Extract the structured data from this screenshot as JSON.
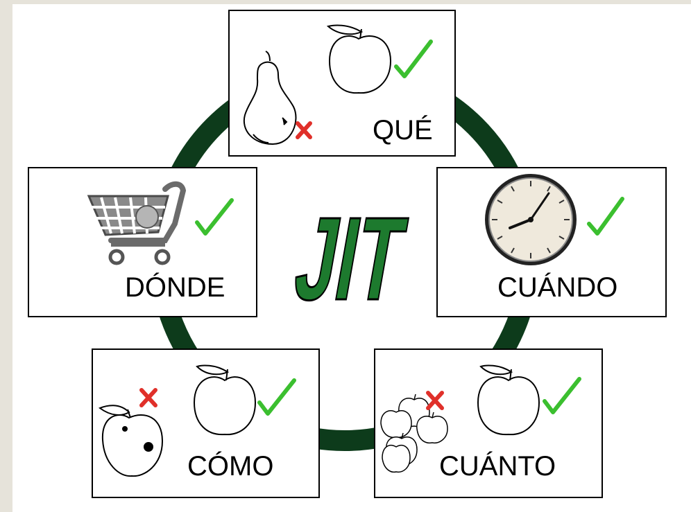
{
  "center": {
    "title": "JIT"
  },
  "boxes": {
    "que": {
      "label": "QUÉ"
    },
    "donde": {
      "label": "DÓNDE"
    },
    "cuando": {
      "label": "CUÁNDO"
    },
    "como": {
      "label": "CÓMO"
    },
    "cuanto": {
      "label": "CUÁNTO"
    }
  },
  "colors": {
    "ring": "#0d3b1b",
    "jit_fill": "#1d7a2e",
    "check": "#3bbf2f",
    "cross": "#e0302a"
  }
}
